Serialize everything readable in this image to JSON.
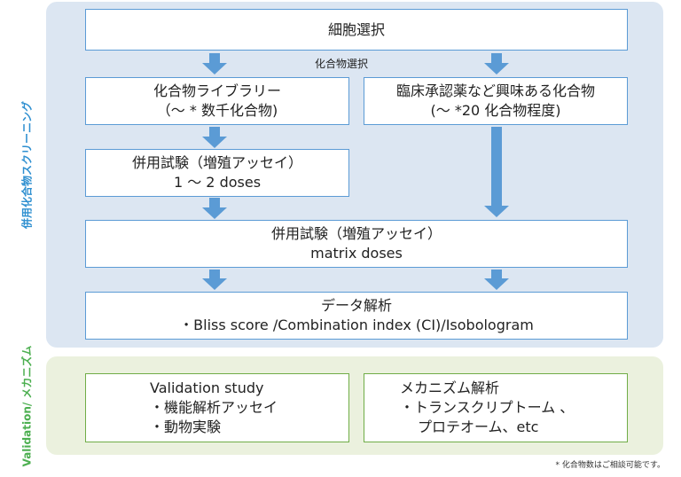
{
  "side_labels": {
    "screening": "併用化合物スクリーニング",
    "validation": "Validation/ メカニズム"
  },
  "boxes": {
    "cell_selection": "細胞選択",
    "compound_selection_label": "化合物選択",
    "library": {
      "line1": "化合物ライブラリー",
      "line2": "（～ * 数千化合物)"
    },
    "approved": {
      "line1": "臨床承認薬など興味ある化合物",
      "line2": "(～ *20 化合物程度)"
    },
    "combo1": {
      "line1": "併用試験（増殖アッセイ）",
      "line2": "1 ～ 2 doses"
    },
    "combo2": {
      "line1": "併用試験（増殖アッセイ）",
      "line2": "matrix doses"
    },
    "analysis": {
      "line1": "データ解析",
      "line2": "・Bliss score /Combination index (CI)/Isobologram"
    },
    "validation": {
      "line1": "Validation study",
      "line2": "・機能解析アッセイ",
      "line3": "・動物実験"
    },
    "mechanism": {
      "line1": "メカニズム解析",
      "line2": "・トランスクリプトーム 、",
      "line3": "プロテオーム、etc"
    }
  },
  "footnote": "* 化合物数はご相談可能です。",
  "colors": {
    "top_panel": "#dce6f2",
    "bottom_panel": "#ebf1de",
    "blue_border": "#5b9bd5",
    "green_border": "#70ad47",
    "arrow": "#5b9bd5"
  }
}
